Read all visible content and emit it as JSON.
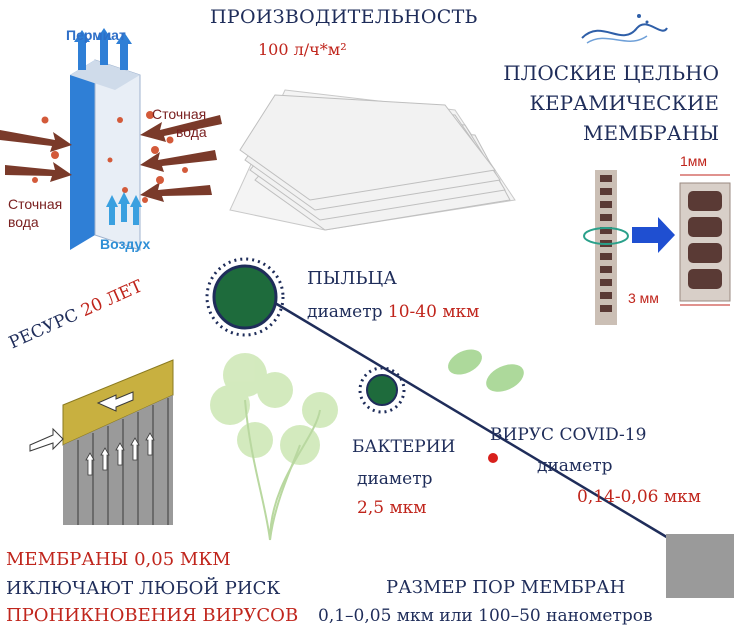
{
  "productivity": {
    "title": "ПРОИЗВОДИТЕЛЬНОСТЬ",
    "value": "100 л/ч*м²"
  },
  "membranes_title": [
    "ПЛОСКИЕ ЦЕЛЬНО",
    "КЕРАМИЧЕСКИЕ",
    "МЕМБРАНЫ"
  ],
  "diagram": {
    "permeate": "Пермиат",
    "wastewater_right": [
      "Сточная",
      "вода"
    ],
    "wastewater_left": [
      "Сточная",
      "вода"
    ],
    "air": "Воздух"
  },
  "cross_section": {
    "dim_1": "1мм",
    "dim_3": "3 мм"
  },
  "resource": {
    "prefix": "РЕСУРС ",
    "value": "20 ЛЕТ"
  },
  "pollen": {
    "label": "ПЫЛЬЦА",
    "diam_label": "диаметр ",
    "diam_value": "10-40 мкм"
  },
  "bacteria": {
    "label": "БАКТЕРИИ",
    "diam_label": "диаметр",
    "diam_value": "2,5 мкм"
  },
  "virus": {
    "label": "ВИРУС COVID-19",
    "diam_label": "диаметр",
    "diam_value": "0,14-0,06 мкм"
  },
  "bottom_left": {
    "line1_label": "МЕМБРАНЫ   0,05 МКМ",
    "line2": "ИКЛЮЧАЮТ ЛЮБОЙ РИСК",
    "line3": "ПРОНИКНОВЕНИЯ ВИРУСОВ"
  },
  "pore": {
    "label": "РАЗМЕР ПОР МЕМБРАН",
    "value": "0,1–0,05 мкм или 100–50 нанометров"
  },
  "colors": {
    "navy": "#1f2d5a",
    "red": "#c0251c",
    "green": "#1e6b3c",
    "blue_arrow": "#1f5fd1"
  }
}
